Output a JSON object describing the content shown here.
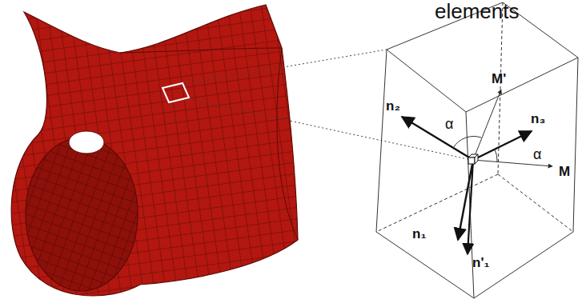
{
  "diagram": {
    "labels": [
      "elements",
      "n₂",
      "M'",
      "α",
      "n₃",
      "α",
      "M",
      "n₁",
      "n'₁"
    ]
  }
}
